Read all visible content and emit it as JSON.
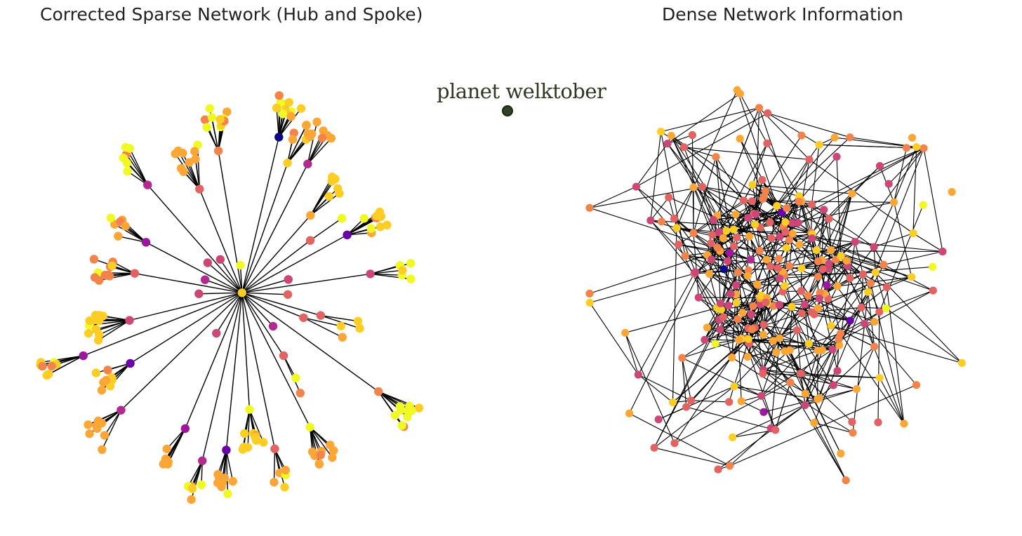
{
  "panels": {
    "left": {
      "title": "Corrected Sparse Network (Hub and Spoke)"
    },
    "right": {
      "title": "Dense Network Information"
    }
  },
  "watermark": {
    "text": "planet welktober"
  },
  "colors": {
    "background": "#ffffff",
    "edge": "#000000",
    "palette": [
      "#0d0887",
      "#6a00a8",
      "#9c179e",
      "#b12a90",
      "#cc4778",
      "#e16462",
      "#f2844b",
      "#fca636",
      "#fcce25",
      "#f0f921"
    ]
  },
  "sparse_network": {
    "layout": "hub-and-spoke",
    "hub_color_index": 8,
    "branches": [
      {
        "color_index": 9,
        "leaves": 0
      },
      {
        "color_index": 0,
        "leaves": 11
      },
      {
        "color_index": 8,
        "leaves": 9
      },
      {
        "color_index": 3,
        "leaves": 5
      },
      {
        "color_index": 7,
        "leaves": 6
      },
      {
        "color_index": 5,
        "leaves": 1
      },
      {
        "color_index": 1,
        "leaves": 10
      },
      {
        "color_index": 4,
        "leaves": 0
      },
      {
        "color_index": 4,
        "leaves": 5
      },
      {
        "color_index": 5,
        "leaves": 0
      },
      {
        "color_index": 5,
        "leaves": 2
      },
      {
        "color_index": 5,
        "leaves": 2
      },
      {
        "color_index": 6,
        "leaves": 10
      },
      {
        "color_index": 3,
        "leaves": 0
      },
      {
        "color_index": 5,
        "leaves": 2
      },
      {
        "color_index": 9,
        "leaves": 9
      },
      {
        "color_index": 5,
        "leaves": 5
      },
      {
        "color_index": 9,
        "leaves": 9
      },
      {
        "color_index": 1,
        "leaves": 8
      },
      {
        "color_index": 3,
        "leaves": 6
      },
      {
        "color_index": 2,
        "leaves": 7
      },
      {
        "color_index": 4,
        "leaves": 0
      },
      {
        "color_index": 3,
        "leaves": 8
      },
      {
        "color_index": 1,
        "leaves": 8
      },
      {
        "color_index": 2,
        "leaves": 8
      },
      {
        "color_index": 4,
        "leaves": 14
      },
      {
        "color_index": 4,
        "leaves": 0
      },
      {
        "color_index": 5,
        "leaves": 10
      },
      {
        "color_index": 3,
        "leaves": 0
      },
      {
        "color_index": 2,
        "leaves": 6
      },
      {
        "color_index": 4,
        "leaves": 0
      },
      {
        "color_index": 3,
        "leaves": 6
      },
      {
        "color_index": 4,
        "leaves": 0
      },
      {
        "color_index": 5,
        "leaves": 9
      },
      {
        "color_index": 6,
        "leaves": 10
      }
    ]
  },
  "dense_network": {
    "layout": "force-directed",
    "node_count": 260,
    "edge_count": 720,
    "highlight_color_indices": [
      0,
      1,
      1,
      2,
      2,
      2,
      3,
      3,
      9,
      9,
      9,
      9
    ]
  }
}
